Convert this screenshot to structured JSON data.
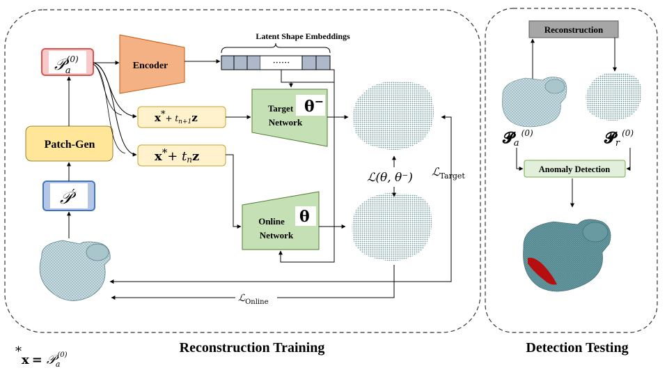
{
  "panels": {
    "training_title": "Reconstruction Training",
    "testing_title": "Detection Testing"
  },
  "encoder_label": "Encoder",
  "patch_gen_label": "Patch-Gen",
  "latent": {
    "title": "Latent Shape Embeddings",
    "dots": "······"
  },
  "target_network": {
    "line1": "Target",
    "line2": "Network",
    "param": "θ",
    "param_sup": "−"
  },
  "online_network": {
    "line1": "Online",
    "line2": "Network",
    "param": "θ"
  },
  "inputs": {
    "pa0": {
      "main": "𝒫",
      "sub": "a",
      "sup": "(0)"
    },
    "p_prime": {
      "main": "𝒫",
      "sup": "′"
    },
    "noisy_next": {
      "x": "x",
      "star": "*",
      "plus": "+ t",
      "sub": "n+1",
      "z": "z"
    },
    "noisy_n": {
      "x": "x",
      "star": "*",
      "plus": "+ t",
      "sub": "n",
      "z": "z"
    }
  },
  "losses": {
    "consistency": "ℒ(θ, θ⁻)",
    "target": {
      "main": "ℒ",
      "sub": "Target"
    },
    "online": {
      "main": "ℒ",
      "sub": "Online"
    }
  },
  "testing": {
    "reconstruction_label": "Reconstruction",
    "anomaly_label": "Anomaly Detection",
    "pa_label": {
      "main": "𝓟",
      "sub": "a",
      "sup": "(0)"
    },
    "pr_label": {
      "main": "𝓟",
      "sub": "r",
      "sup": "(0)"
    }
  },
  "footnote": {
    "star": "*",
    "x": "x",
    "eq": "=",
    "main": "𝒫",
    "sub": "a",
    "sup": "(0)"
  },
  "colors": {
    "encoder_fill": "#f4b183",
    "patchgen_fill": "#ffe699",
    "network_fill": "#c5e0b4",
    "pa_box_border": "#d9534f",
    "pa_box_fill": "#f8c9c9",
    "pprime_border": "#4472c4",
    "pprime_fill": "#b4c7e7",
    "noise_box_fill": "#fff2cc",
    "latent_cell_fill": "#adb9ca",
    "grey_box_fill": "#a6a6a6",
    "anomaly_box_fill": "#e2efda",
    "pointcloud": "#5f8f95",
    "anomaly_red": "#c00000"
  }
}
